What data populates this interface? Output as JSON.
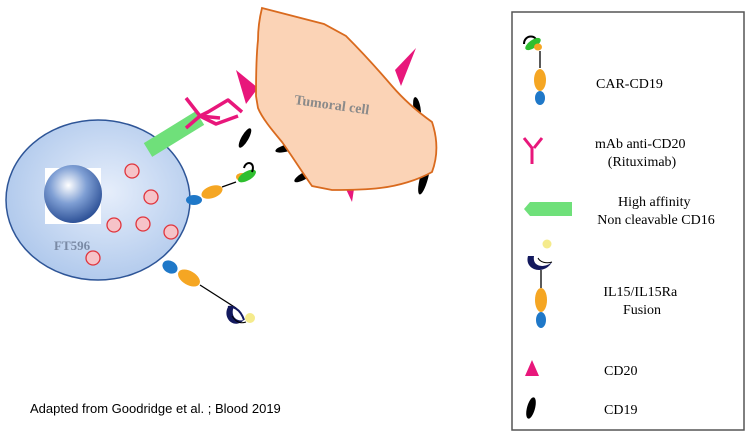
{
  "diagram": {
    "cell_label": "FT596",
    "tumor_label": "Tumoral cell",
    "caption": "Adapted from Goodridge et al. ; Blood 2019"
  },
  "legend": {
    "items": [
      {
        "id": "car",
        "lines": [
          "CAR-CD19"
        ]
      },
      {
        "id": "mab",
        "lines": [
          "mAb anti-CD20",
          "(Rituximab)"
        ]
      },
      {
        "id": "cd16",
        "lines": [
          "High affinity",
          "Non cleavable CD16"
        ]
      },
      {
        "id": "il15",
        "lines": [
          "IL15/IL15Ra",
          "Fusion"
        ]
      },
      {
        "id": "cd20",
        "lines": [
          "CD20"
        ]
      },
      {
        "id": "cd19",
        "lines": [
          "CD19"
        ]
      }
    ]
  },
  "colors": {
    "cell_fill": "#a9c4ea",
    "cell_stroke": "#2e5597",
    "tumor_fill": "#fbd3b6",
    "tumor_stroke": "#d96a1e",
    "magenta": "#e8177b",
    "green": "#6fe07a",
    "orange": "#f5a623",
    "blue": "#1f78c8",
    "navy": "#13195e",
    "yellow": "#f5eb8c"
  }
}
